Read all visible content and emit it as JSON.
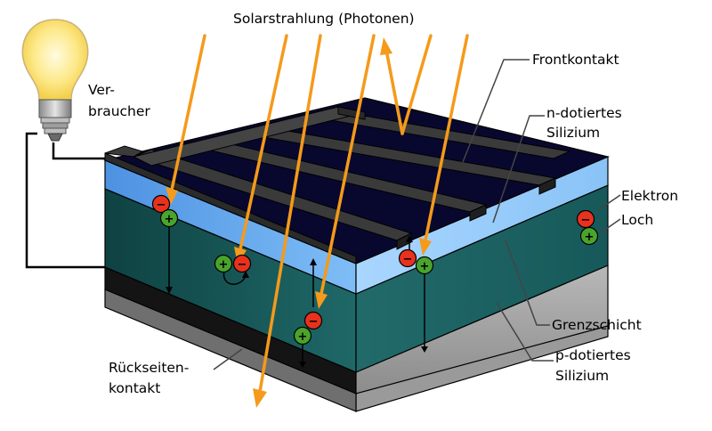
{
  "labels": {
    "photons": "Solarstrahlung (Photonen)",
    "consumer_line1": "Ver-",
    "consumer_line2": "braucher",
    "front_contact": "Frontkontakt",
    "n_silicon_line1": "n-dotiertes",
    "n_silicon_line2": "Silizium",
    "electron": "Elektron",
    "hole": "Loch",
    "junction": "Grenzschicht",
    "p_silicon_line1": "p-dotiertes",
    "p_silicon_line2": "Silizium",
    "back_contact_line1": "Rückseiten-",
    "back_contact_line2": "kontakt"
  },
  "symbols": {
    "minus": "−",
    "plus": "+"
  },
  "colors": {
    "photon_arrow": "#f59a1a",
    "electron": "#e8321e",
    "hole": "#4aa42c",
    "n_layer": "#5aa0e8",
    "p_layer": "#124f4f",
    "top_surface": "#08082e",
    "contact": "#2a2a2a",
    "back_contact": "#151515"
  }
}
